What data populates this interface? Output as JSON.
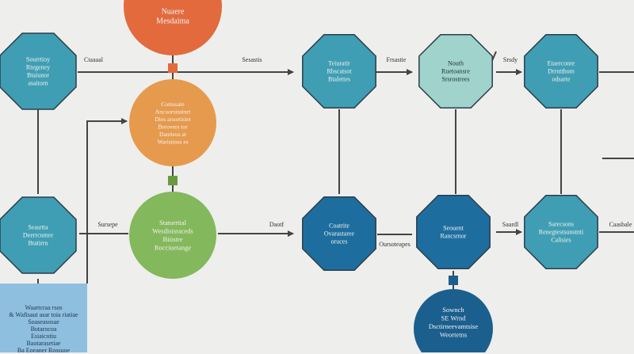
{
  "palette": {
    "background": "#eeeeec",
    "teal": "#3f9eb3",
    "teal_light": "#9fd3cc",
    "blue": "#1d6e9e",
    "blue_dark": "#1b5f8e",
    "orange": "#e26a3c",
    "orange_light": "#e69a4e",
    "green": "#84b85c",
    "panel": "#8fbfde",
    "connector": "#444444"
  },
  "nodes": [
    {
      "id": "top-circle",
      "shape": "circle",
      "color": "#e26a3c",
      "lines": [
        "Nuaere",
        "Mesdaima"
      ]
    },
    {
      "id": "hex-left-top",
      "shape": "octagon",
      "color": "#3f9eb3",
      "lines": [
        "Sourrtioy",
        "Rtegeney",
        "Btaiunor",
        "asaitorn"
      ]
    },
    {
      "id": "hex-mid-top",
      "shape": "octagon",
      "color": "#3f9eb3",
      "lines": [
        "Teiuratir",
        "Rbscatsot",
        "Btalettes"
      ]
    },
    {
      "id": "hex-teal-light",
      "shape": "octagon",
      "color": "#9fd3cc",
      "lines": [
        "Nouth",
        "Ruetoansre",
        "Srsrostrees"
      ]
    },
    {
      "id": "hex-right-top",
      "shape": "octagon",
      "color": "#3f9eb3",
      "lines": [
        "Etaerconre",
        "Drrntthom",
        "odsarte"
      ]
    },
    {
      "id": "orange-circle",
      "shape": "circle",
      "color": "#e69a4e",
      "lines": [
        "Comssate",
        "Ancoorsinstnrt",
        "Dies arsortisiet",
        "Breovers tor",
        "Dantieus at",
        "Waristinss es"
      ]
    },
    {
      "id": "green-circle",
      "shape": "circle",
      "color": "#84b85c",
      "lines": [
        "Statorrtial",
        "Wesdistsraceds",
        "Biiistre",
        "Rocciuetange"
      ]
    },
    {
      "id": "hex-left-bottom",
      "shape": "octagon",
      "color": "#3f9eb3",
      "lines": [
        "Seasrtta",
        "Deerrcomre",
        "Btatirrn"
      ]
    },
    {
      "id": "hex-blue-1",
      "shape": "octagon",
      "color": "#1d6e9e",
      "lines": [
        "Coatrite",
        "Ovarastaree",
        "oruces"
      ]
    },
    {
      "id": "hex-blue-2",
      "shape": "octagon",
      "color": "#1d6e9e",
      "lines": [
        "Seouent",
        "Rancsrnor"
      ]
    },
    {
      "id": "hex-right-bottom",
      "shape": "octagon",
      "color": "#3f9eb3",
      "lines": [
        "Sarecsons",
        "Renegtestsunstnti",
        "Calisies"
      ]
    },
    {
      "id": "bottom-circle",
      "shape": "circle",
      "color": "#1b5f8e",
      "lines": [
        "Sownch",
        "SE Wrnd",
        "Dsctirneevamtsise",
        "Weortetns"
      ]
    }
  ],
  "edge_labels": [
    {
      "id": "edge-label-1",
      "text": "Ctaaaal"
    },
    {
      "id": "edge-label-2",
      "text": "Sesastis"
    },
    {
      "id": "edge-label-3",
      "text": "Frsastie"
    },
    {
      "id": "edge-label-4",
      "text": "Srsdy"
    },
    {
      "id": "edge-label-5",
      "text": "Sursepe"
    },
    {
      "id": "edge-label-6",
      "text": "Daotf"
    },
    {
      "id": "edge-label-7",
      "text": "Oursoteapes"
    },
    {
      "id": "edge-label-8",
      "text": "Saardl"
    },
    {
      "id": "edge-label-9",
      "text": "Caasbale"
    }
  ],
  "panel": {
    "text": "Waartcraa rsos\n& Wafisaut asar toia riatiae\nSoaseasosae\nBotarocoa\nEsiaicotiu\nBaotarasetiae\nBa Eoeaner Rossuoe"
  }
}
